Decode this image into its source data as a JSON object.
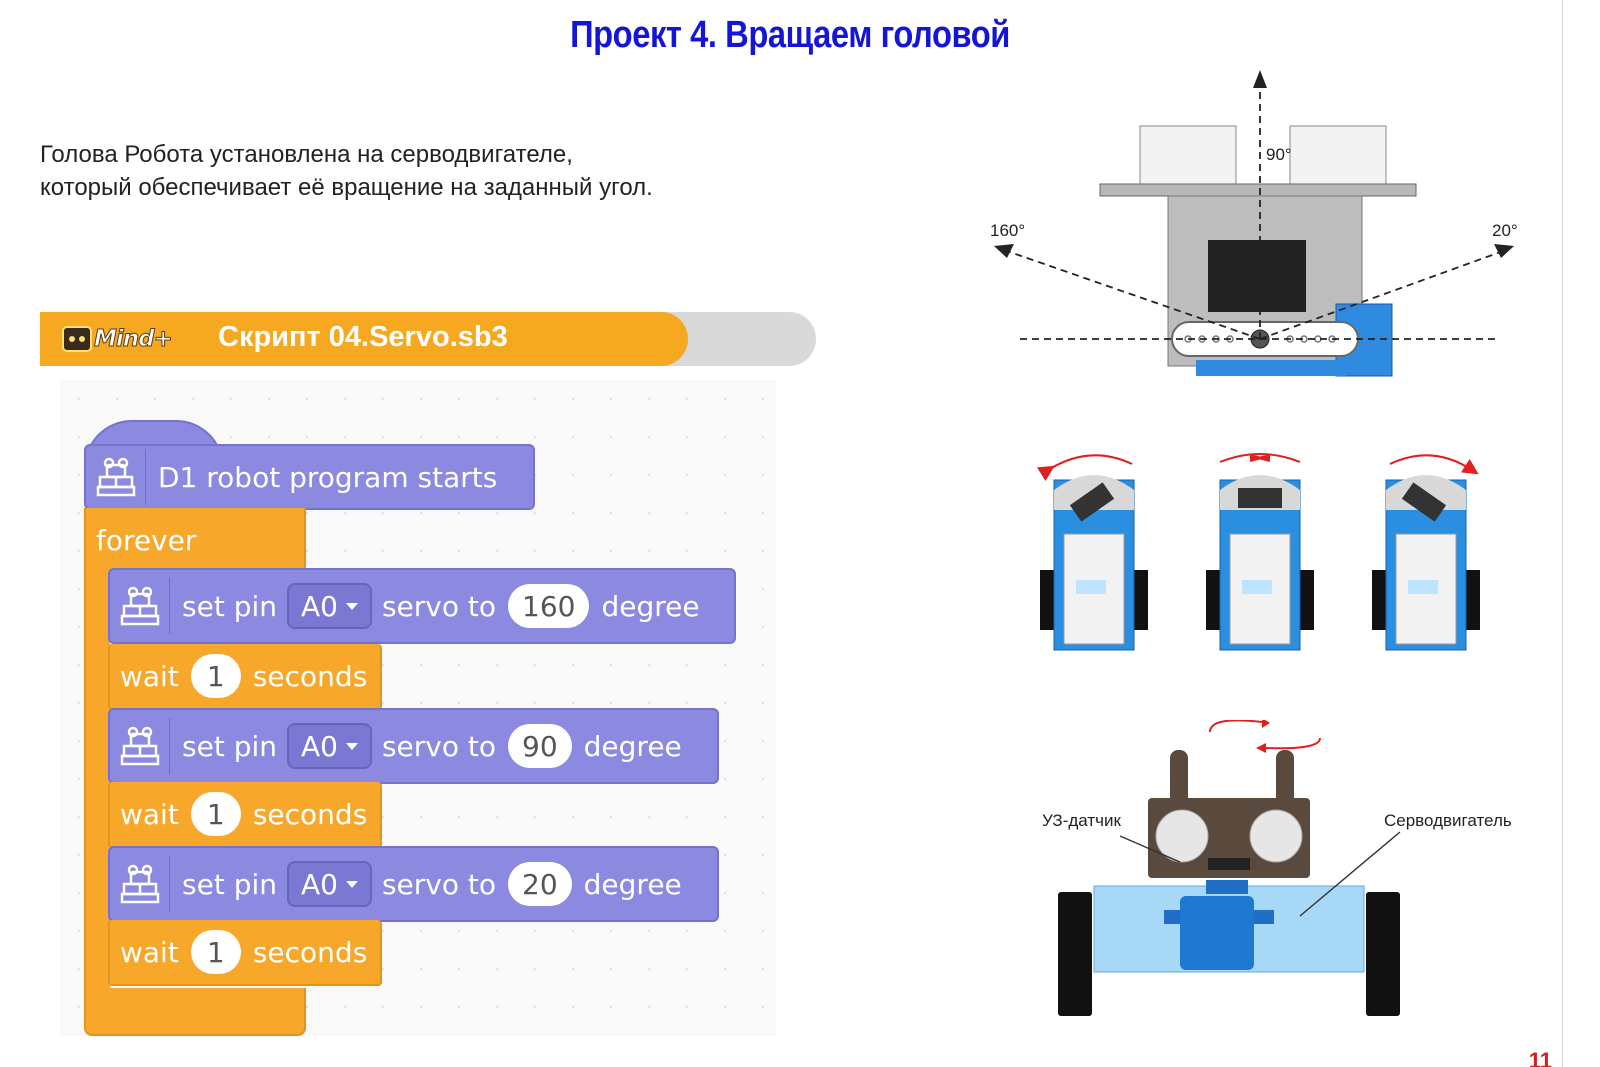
{
  "header": {
    "title": "Проект 4. Вращаем головой"
  },
  "intro": {
    "line1": "Голова Робота установлена на серводвигателе,",
    "line2": "который обеспечивает её вращение на заданный угол."
  },
  "banner": {
    "logo_text": "Mind+",
    "script_title": "Скрипт 04.Servo.sb3"
  },
  "code": {
    "hat_label": "D1 robot program starts",
    "forever_label": "forever",
    "blocks": [
      {
        "type": "servo",
        "label_set": "set pin",
        "pin": "A0",
        "label_servo": "servo to",
        "angle": "160",
        "label_degree": "degree"
      },
      {
        "type": "wait",
        "label_wait": "wait",
        "value": "1",
        "label_seconds": "seconds"
      },
      {
        "type": "servo",
        "label_set": "set pin",
        "pin": "A0",
        "label_servo": "servo to",
        "angle": "90",
        "label_degree": "degree"
      },
      {
        "type": "wait",
        "label_wait": "wait",
        "value": "1",
        "label_seconds": "seconds"
      },
      {
        "type": "servo",
        "label_set": "set pin",
        "pin": "A0",
        "label_servo": "servo to",
        "angle": "20",
        "label_degree": "degree"
      },
      {
        "type": "wait",
        "label_wait": "wait",
        "value": "1",
        "label_seconds": "seconds"
      }
    ]
  },
  "diagram": {
    "angle_90": "90°",
    "angle_160": "160°",
    "angle_20": "20°",
    "label_sensor": "УЗ-датчик",
    "label_servo": "Серводвигатель"
  },
  "footer": {
    "page_number": "11"
  },
  "colors": {
    "title": "#1515d8",
    "banner": "#f6a820",
    "block_purple": "#8c89e0",
    "block_orange": "#f7a82a",
    "page_number": "#d31f1f"
  }
}
